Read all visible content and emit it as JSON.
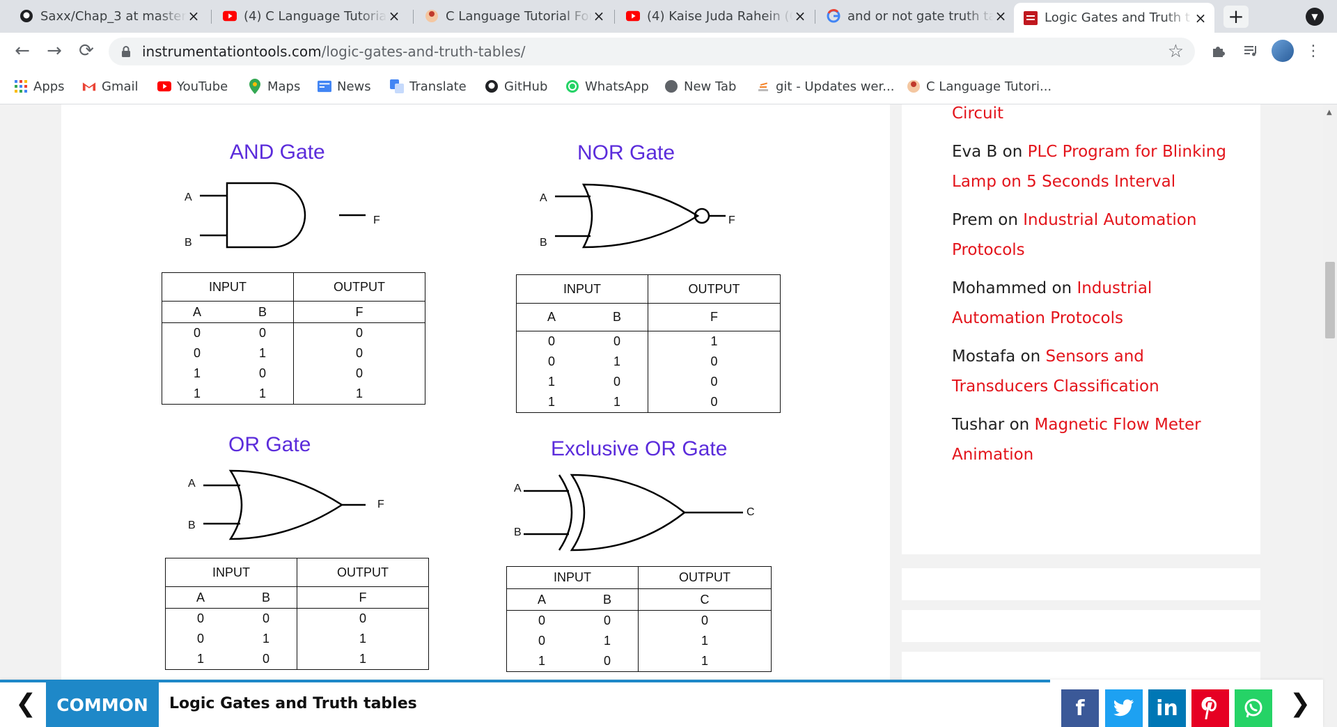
{
  "tabs": [
    {
      "title": "Saxx/Chap_3 at master",
      "icon": "github-icon"
    },
    {
      "title": "(4) C Language Tutorial",
      "icon": "youtube-icon"
    },
    {
      "title": "C Language Tutorial For",
      "icon": "avatar-icon"
    },
    {
      "title": "(4) Kaise Juda Rahein (C",
      "icon": "youtube-icon"
    },
    {
      "title": "and or not gate truth ta",
      "icon": "google-icon"
    },
    {
      "title": "Logic Gates and Truth t",
      "icon": "site-icon",
      "active": true
    }
  ],
  "tab_close": "×",
  "new_tab": "+",
  "address": {
    "domain": "instrumentationtools.com",
    "path": "/logic-gates-and-truth-tables/"
  },
  "bookmarks": [
    "Apps",
    "Gmail",
    "YouTube",
    "Maps",
    "News",
    "Translate",
    "GitHub",
    "WhatsApp",
    "New Tab",
    "git - Updates wer...",
    "C Language Tutori..."
  ],
  "figures": {
    "and": {
      "title": "AND Gate",
      "in_a": "A",
      "in_b": "B",
      "out": "F",
      "header_input": "INPUT",
      "header_output": "OUTPUT",
      "cols": [
        "A",
        "B",
        "F"
      ],
      "rows": [
        [
          "0",
          "0",
          "0"
        ],
        [
          "0",
          "1",
          "0"
        ],
        [
          "1",
          "0",
          "0"
        ],
        [
          "1",
          "1",
          "1"
        ]
      ]
    },
    "nor": {
      "title": "NOR Gate",
      "in_a": "A",
      "in_b": "B",
      "out": "F",
      "header_input": "INPUT",
      "header_output": "OUTPUT",
      "cols": [
        "A",
        "B",
        "F"
      ],
      "rows": [
        [
          "0",
          "0",
          "1"
        ],
        [
          "0",
          "1",
          "0"
        ],
        [
          "1",
          "0",
          "0"
        ],
        [
          "1",
          "1",
          "0"
        ]
      ]
    },
    "or": {
      "title": "OR Gate",
      "in_a": "A",
      "in_b": "B",
      "out": "F",
      "header_input": "INPUT",
      "header_output": "OUTPUT",
      "cols": [
        "A",
        "B",
        "F"
      ],
      "rows": [
        [
          "0",
          "0",
          "0"
        ],
        [
          "0",
          "1",
          "1"
        ],
        [
          "1",
          "0",
          "1"
        ]
      ]
    },
    "xor": {
      "title": "Exclusive OR Gate",
      "in_a": "A",
      "in_b": "B",
      "out": "C",
      "header_input": "INPUT",
      "header_output": "OUTPUT",
      "cols": [
        "A",
        "B",
        "C"
      ],
      "rows": [
        [
          "0",
          "0",
          "0"
        ],
        [
          "0",
          "1",
          "1"
        ],
        [
          "1",
          "0",
          "1"
        ]
      ]
    }
  },
  "sidebar": {
    "top_link": "Circuit",
    "comments": [
      {
        "author": "Eva B",
        "on": "on",
        "post": "PLC Program for Blinking Lamp on 5 Seconds Interval"
      },
      {
        "author": "Prem",
        "on": "on",
        "post": "Industrial Automation Protocols"
      },
      {
        "author": "Mohammed",
        "on": "on",
        "post": "Industrial Automation Protocols"
      },
      {
        "author": "Mostafa",
        "on": "on",
        "post": "Sensors and Transducers Classification"
      },
      {
        "author": "Tushar",
        "on": "on",
        "post": "Magnetic Flow Meter Animation"
      }
    ]
  },
  "bottom_bar": {
    "category": "COMMON",
    "title": "Logic Gates and Truth tables",
    "share": [
      {
        "label": "f",
        "name": "facebook",
        "color": "#3b5998"
      },
      {
        "label": "t",
        "name": "twitter",
        "color": "#1da1f2"
      },
      {
        "label": "in",
        "name": "linkedin",
        "color": "#0077b5"
      },
      {
        "label": "P",
        "name": "pinterest",
        "color": "#e60023"
      },
      {
        "label": "✆",
        "name": "whatsapp",
        "color": "#25d366"
      }
    ]
  },
  "colors": {
    "accent_blue": "#1e88c8",
    "link_red": "#e3141b",
    "figure_title": "#5b2cdb"
  }
}
